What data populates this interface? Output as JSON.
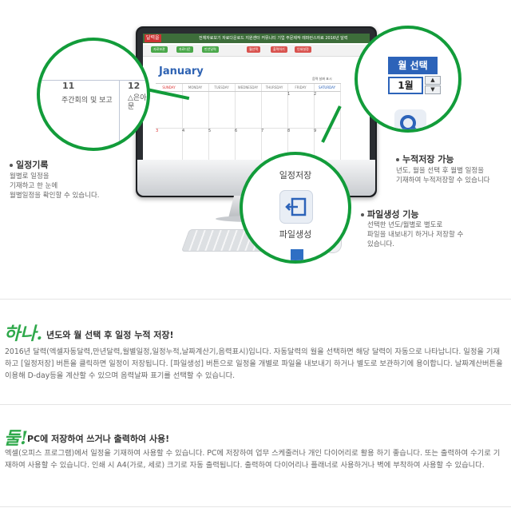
{
  "screen": {
    "logo": "달력을",
    "menu": "전체자료보기  자료다운로드  지원센터  커뮤니티  기업 주문제작  레퍼런스자료  2016년 달력",
    "toolbar": {
      "btn1": "자료보관",
      "btn2": "자료다운",
      "btn3": "만년달력",
      "btn4": "월선택",
      "btn5": "출력하기",
      "btn6": "인쇄설정"
    },
    "month": "January",
    "days": [
      "SUNDAY",
      "MONDAY",
      "TUESDAY",
      "WEDNESDAY",
      "THURSDAY",
      "FRIDAY",
      "SATURDAY"
    ],
    "option": "음력 날짜 표시",
    "row1": [
      "",
      "",
      "",
      "",
      "",
      "1",
      "2"
    ],
    "row2": [
      "3",
      "4",
      "5",
      "6",
      "7",
      "8",
      "9"
    ]
  },
  "zoom_schedule": {
    "day11": "11",
    "day12": "12",
    "note11": "주간회의 및 보고",
    "note12": "△은아 문"
  },
  "zoom_month": {
    "title": "월 선택",
    "value": "1월",
    "up": "▲",
    "down": "▼"
  },
  "zoom_buttons": {
    "save_label": "일정저장",
    "file_label": "파일생성"
  },
  "captions": {
    "schedule": {
      "title": "일정기록",
      "lines": [
        "월별로 일정을",
        "기재하고 한 눈에",
        "월별일정을 확인할 수 있습니다."
      ]
    },
    "accumulate": {
      "title": "누적저장 가능",
      "lines": [
        "년도, 월을 선택 후 월별 일정을",
        "기재하여 누적저장할 수 있습니다"
      ]
    },
    "file": {
      "title": "파일생성 기능",
      "lines": [
        "선택한 년도/월별로 별도로",
        "파일을 내보내기 하거나 저장할 수",
        "있습니다."
      ]
    }
  },
  "section1": {
    "mark": "하나.",
    "title": "년도와 월 선택 후 일정 누적 저장!",
    "body": "2016년 달력(엑셀자동달력,만년달력,월별일정,일정누적,날짜계산기,음력표시)입니다. 자동달력의 월을 선택하면 해당 달력이 자동으로 나타납니다. 일정을 기재하고 [일정저장] 버튼을 클릭하면 일정이 저장됩니다. [파일생성] 버튼으로 일정을 개별로 파일을 내보내기 하거나 별도로 보관하기에 용이합니다. 날짜계산버튼을 이용해 D-day등을 계산할 수 있으며 음력날짜 표기를 선택할 수 있습니다."
  },
  "section2": {
    "mark": "둘!",
    "title": "PC에 저장하여 쓰거나 출력하여 사용!",
    "body": "엑셀(오피스 프로그램)에서 일정을 기재하여 사용할 수 있습니다. PC에 저장하여 업무 스케줄러나 개인 다이어리로 활용 하기 좋습니다. 또는 출력하여 수기로 기재하여 사용할 수 있습니다. 인쇄 시 A4(가로, 세로) 크기로 자동 출력됩니다. 출력하여 다이어리나 플래너로 사용하거나 벽에 부착하여 사용할 수 있습니다."
  },
  "colors": {
    "accent_green": "#129c3a",
    "accent_blue": "#2c63b9"
  }
}
